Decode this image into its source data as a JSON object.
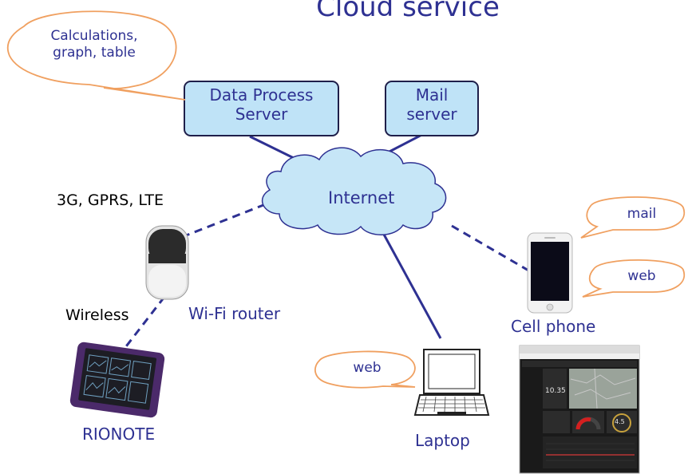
{
  "title": "Cloud service",
  "nodes": {
    "data_server": [
      "Data Process",
      "Server"
    ],
    "mail_server": [
      "Mail",
      "server"
    ],
    "internet": "Internet",
    "wifi_router": "Wi-Fi router",
    "rionote": "RIONOTE",
    "laptop": "Laptop",
    "cell_phone": "Cell phone"
  },
  "labels": {
    "mobile_net": "3G, GPRS, LTE",
    "wireless": "Wireless"
  },
  "bubbles": {
    "calc": [
      "Calculations,",
      "graph, table"
    ],
    "mail": "mail",
    "web_phone": "web",
    "web_laptop": "web"
  },
  "dashboard": {
    "reading": "10.35",
    "gauge_value": "4.5"
  },
  "colors": {
    "text": "#2e3192",
    "server_fill": "#bfe3f7",
    "cloud_fill": "#c6e6f7",
    "bubble_stroke": "#f0a060",
    "line": "#2e3192"
  }
}
